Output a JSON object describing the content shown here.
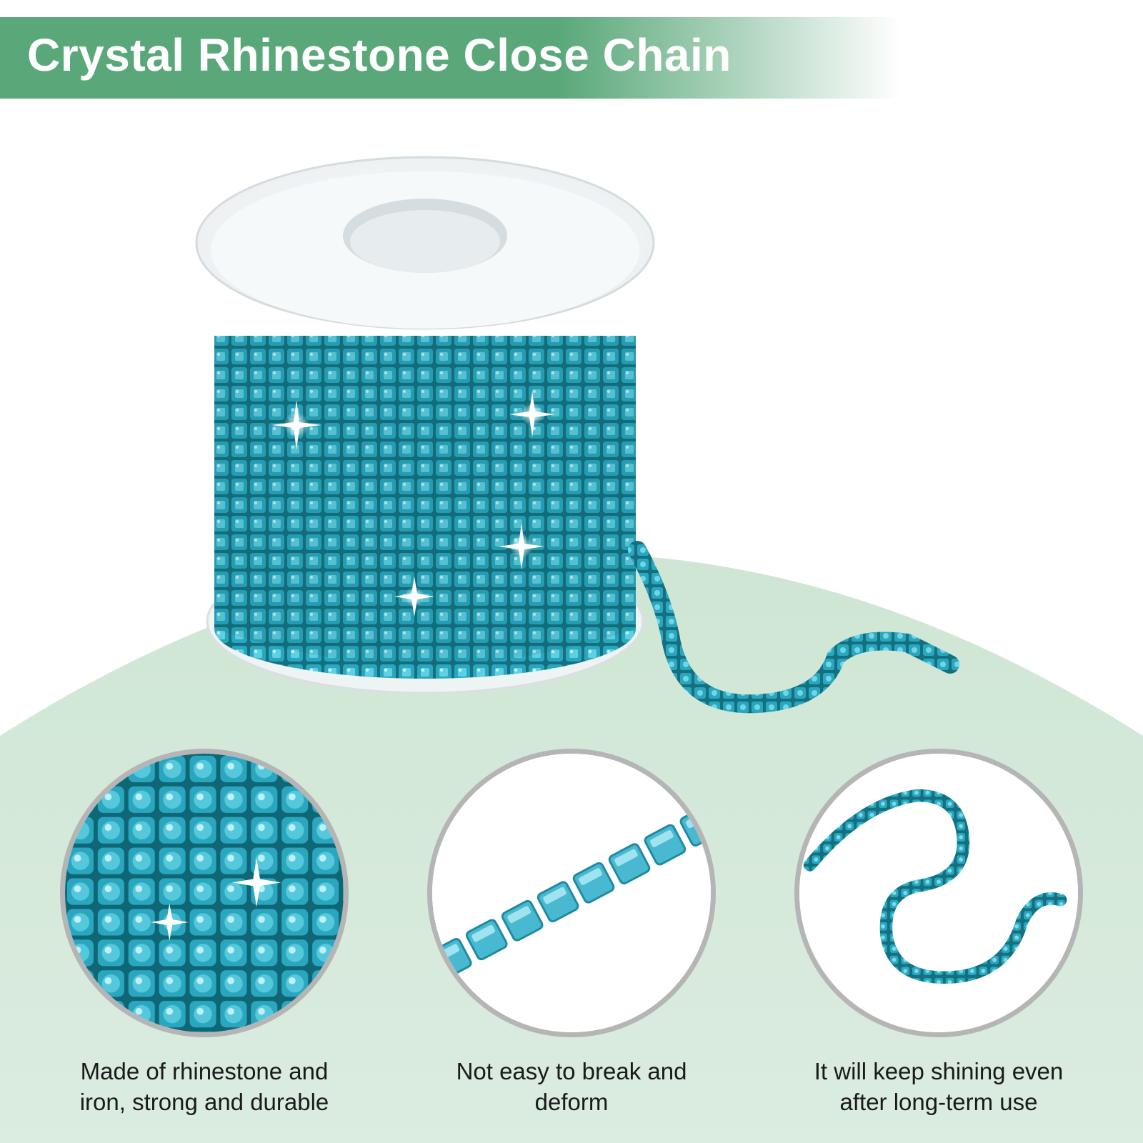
{
  "header": {
    "title": "Crystal Rhinestone Close Chain"
  },
  "colors": {
    "banner": "#5aa87a",
    "crystal": "#2aa7bf",
    "crystal_dark": "#14707f",
    "background_arc": "#cfe6d4",
    "circle_border": "#b5b5b5"
  },
  "hero": {
    "icon": "rhinestone-spool-icon"
  },
  "features": [
    {
      "icon": "crystal-closeup-icon",
      "caption_lines": [
        "Made of rhinestone and",
        "iron, strong and durable"
      ]
    },
    {
      "icon": "chain-links-icon",
      "caption_lines": [
        "Not easy to break and",
        "deform"
      ]
    },
    {
      "icon": "curved-chain-icon",
      "caption_lines": [
        "It will keep shining even",
        "after long-term use"
      ]
    }
  ]
}
